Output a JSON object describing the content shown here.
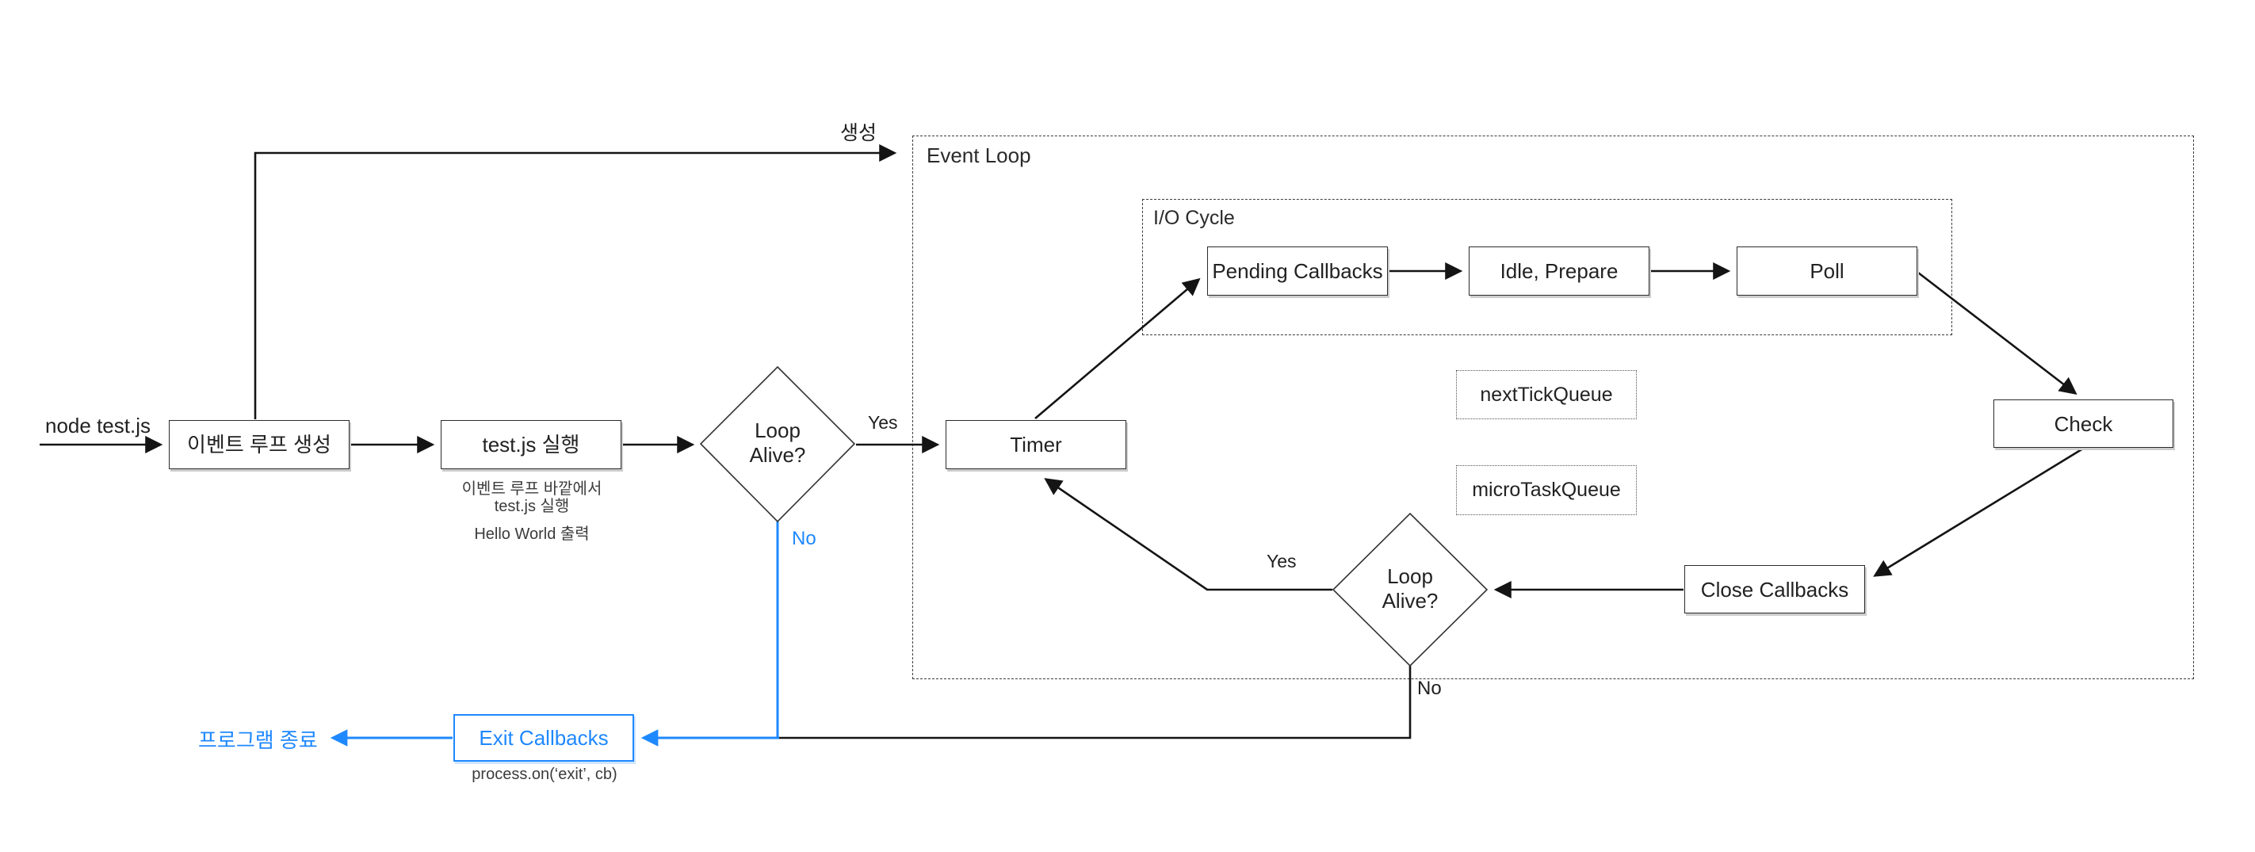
{
  "diagram": {
    "colors": {
      "accent_blue": "#1e88ff",
      "line_black": "#141414"
    },
    "start_label": "node test.js",
    "spawn_label": "생성",
    "containers": {
      "event_loop": "Event Loop",
      "io_cycle": "I/O Cycle"
    },
    "nodes": {
      "create_event_loop": "이벤트 루프 생성",
      "run_testjs": "test.js 실행",
      "timer": "Timer",
      "pending_callbacks": "Pending Callbacks",
      "idle_prepare": "Idle, Prepare",
      "poll": "Poll",
      "check": "Check",
      "close_callbacks": "Close Callbacks",
      "next_tick_queue": "nextTickQueue",
      "micro_task_queue": "microTaskQueue",
      "exit_callbacks": "Exit Callbacks"
    },
    "decision": {
      "line1": "Loop",
      "line2": "Alive?"
    },
    "edge_labels": {
      "yes_main": "Yes",
      "no_main": "No",
      "yes_inner": "Yes",
      "no_inner": "No"
    },
    "captions": {
      "run_note_line1": "이벤트 루프 바깥에서",
      "run_note_line2": "test.js 실행",
      "run_note_line3": "Hello World 출력",
      "exit_note": "process.on(‘exit’, cb)",
      "program_end": "프로그램 종료"
    }
  }
}
